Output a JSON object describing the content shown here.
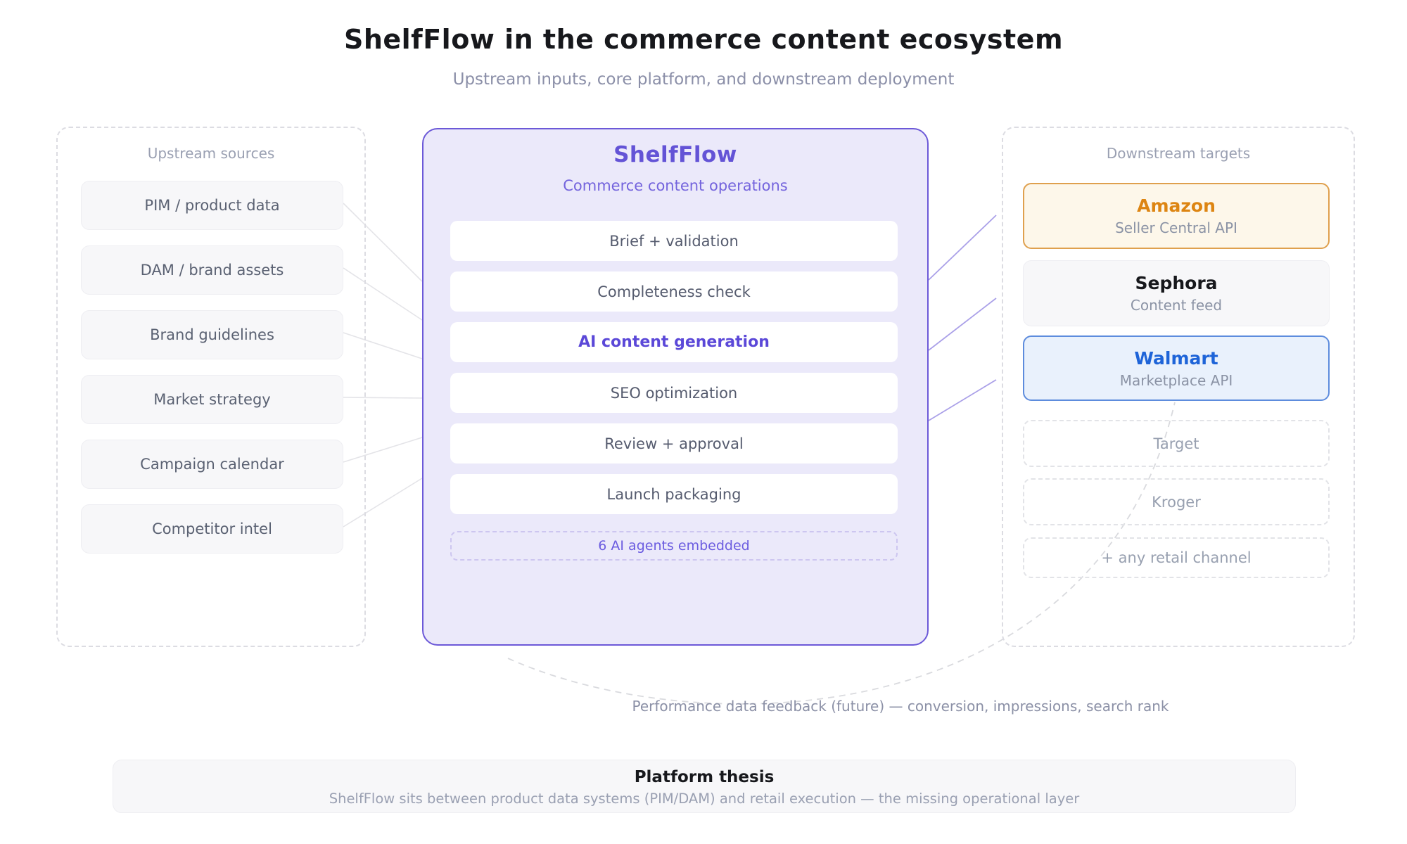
{
  "header": {
    "title": "ShelfFlow in the commerce content ecosystem",
    "subtitle": "Upstream inputs, core platform, and downstream deployment"
  },
  "upstream": {
    "title": "Upstream sources",
    "items": [
      "PIM / product data",
      "DAM / brand assets",
      "Brand guidelines",
      "Market strategy",
      "Campaign calendar",
      "Competitor intel"
    ]
  },
  "core": {
    "title": "ShelfFlow",
    "subtitle": "Commerce content operations",
    "stages": [
      {
        "label": "Brief + validation",
        "highlight": false
      },
      {
        "label": "Completeness check",
        "highlight": false
      },
      {
        "label": "AI content generation",
        "highlight": true
      },
      {
        "label": "SEO optimization",
        "highlight": false
      },
      {
        "label": "Review + approval",
        "highlight": false
      },
      {
        "label": "Launch packaging",
        "highlight": false
      }
    ],
    "badge": "6 AI agents embedded"
  },
  "downstream": {
    "title": "Downstream targets",
    "targets": [
      {
        "name": "Amazon",
        "sub": "Seller Central API",
        "style": "amazon"
      },
      {
        "name": "Sephora",
        "sub": "Content feed",
        "style": "neutral"
      },
      {
        "name": "Walmart",
        "sub": "Marketplace API",
        "style": "walmart"
      },
      {
        "name": "Target",
        "sub": "",
        "style": "dashed"
      },
      {
        "name": "Kroger",
        "sub": "",
        "style": "dashed"
      },
      {
        "name": "+ any retail channel",
        "sub": "",
        "style": "dashed"
      }
    ]
  },
  "feedback": {
    "label": "Performance data feedback (future) — conversion, impressions, search rank"
  },
  "thesis": {
    "title": "Platform thesis",
    "subtitle": "ShelfFlow sits between product data systems (PIM/DAM) and retail execution — the missing operational layer"
  },
  "colors": {
    "core_accent": "#6c59d8",
    "core_bg": "#ebe9fa",
    "amazon_accent": "#dd8512",
    "amazon_border": "#dfa04e",
    "amazon_bg": "#fdf7ea",
    "walmart_accent": "#1e64d8",
    "walmart_border": "#5d8cdd",
    "walmart_bg": "#e9f1fc",
    "neutral_text": "#5a6172",
    "muted_text": "#98a0b0",
    "upstream_line": "#e4e4e8",
    "downstream_line": "#aaa0e8",
    "feedback_line": "#d9dade"
  }
}
